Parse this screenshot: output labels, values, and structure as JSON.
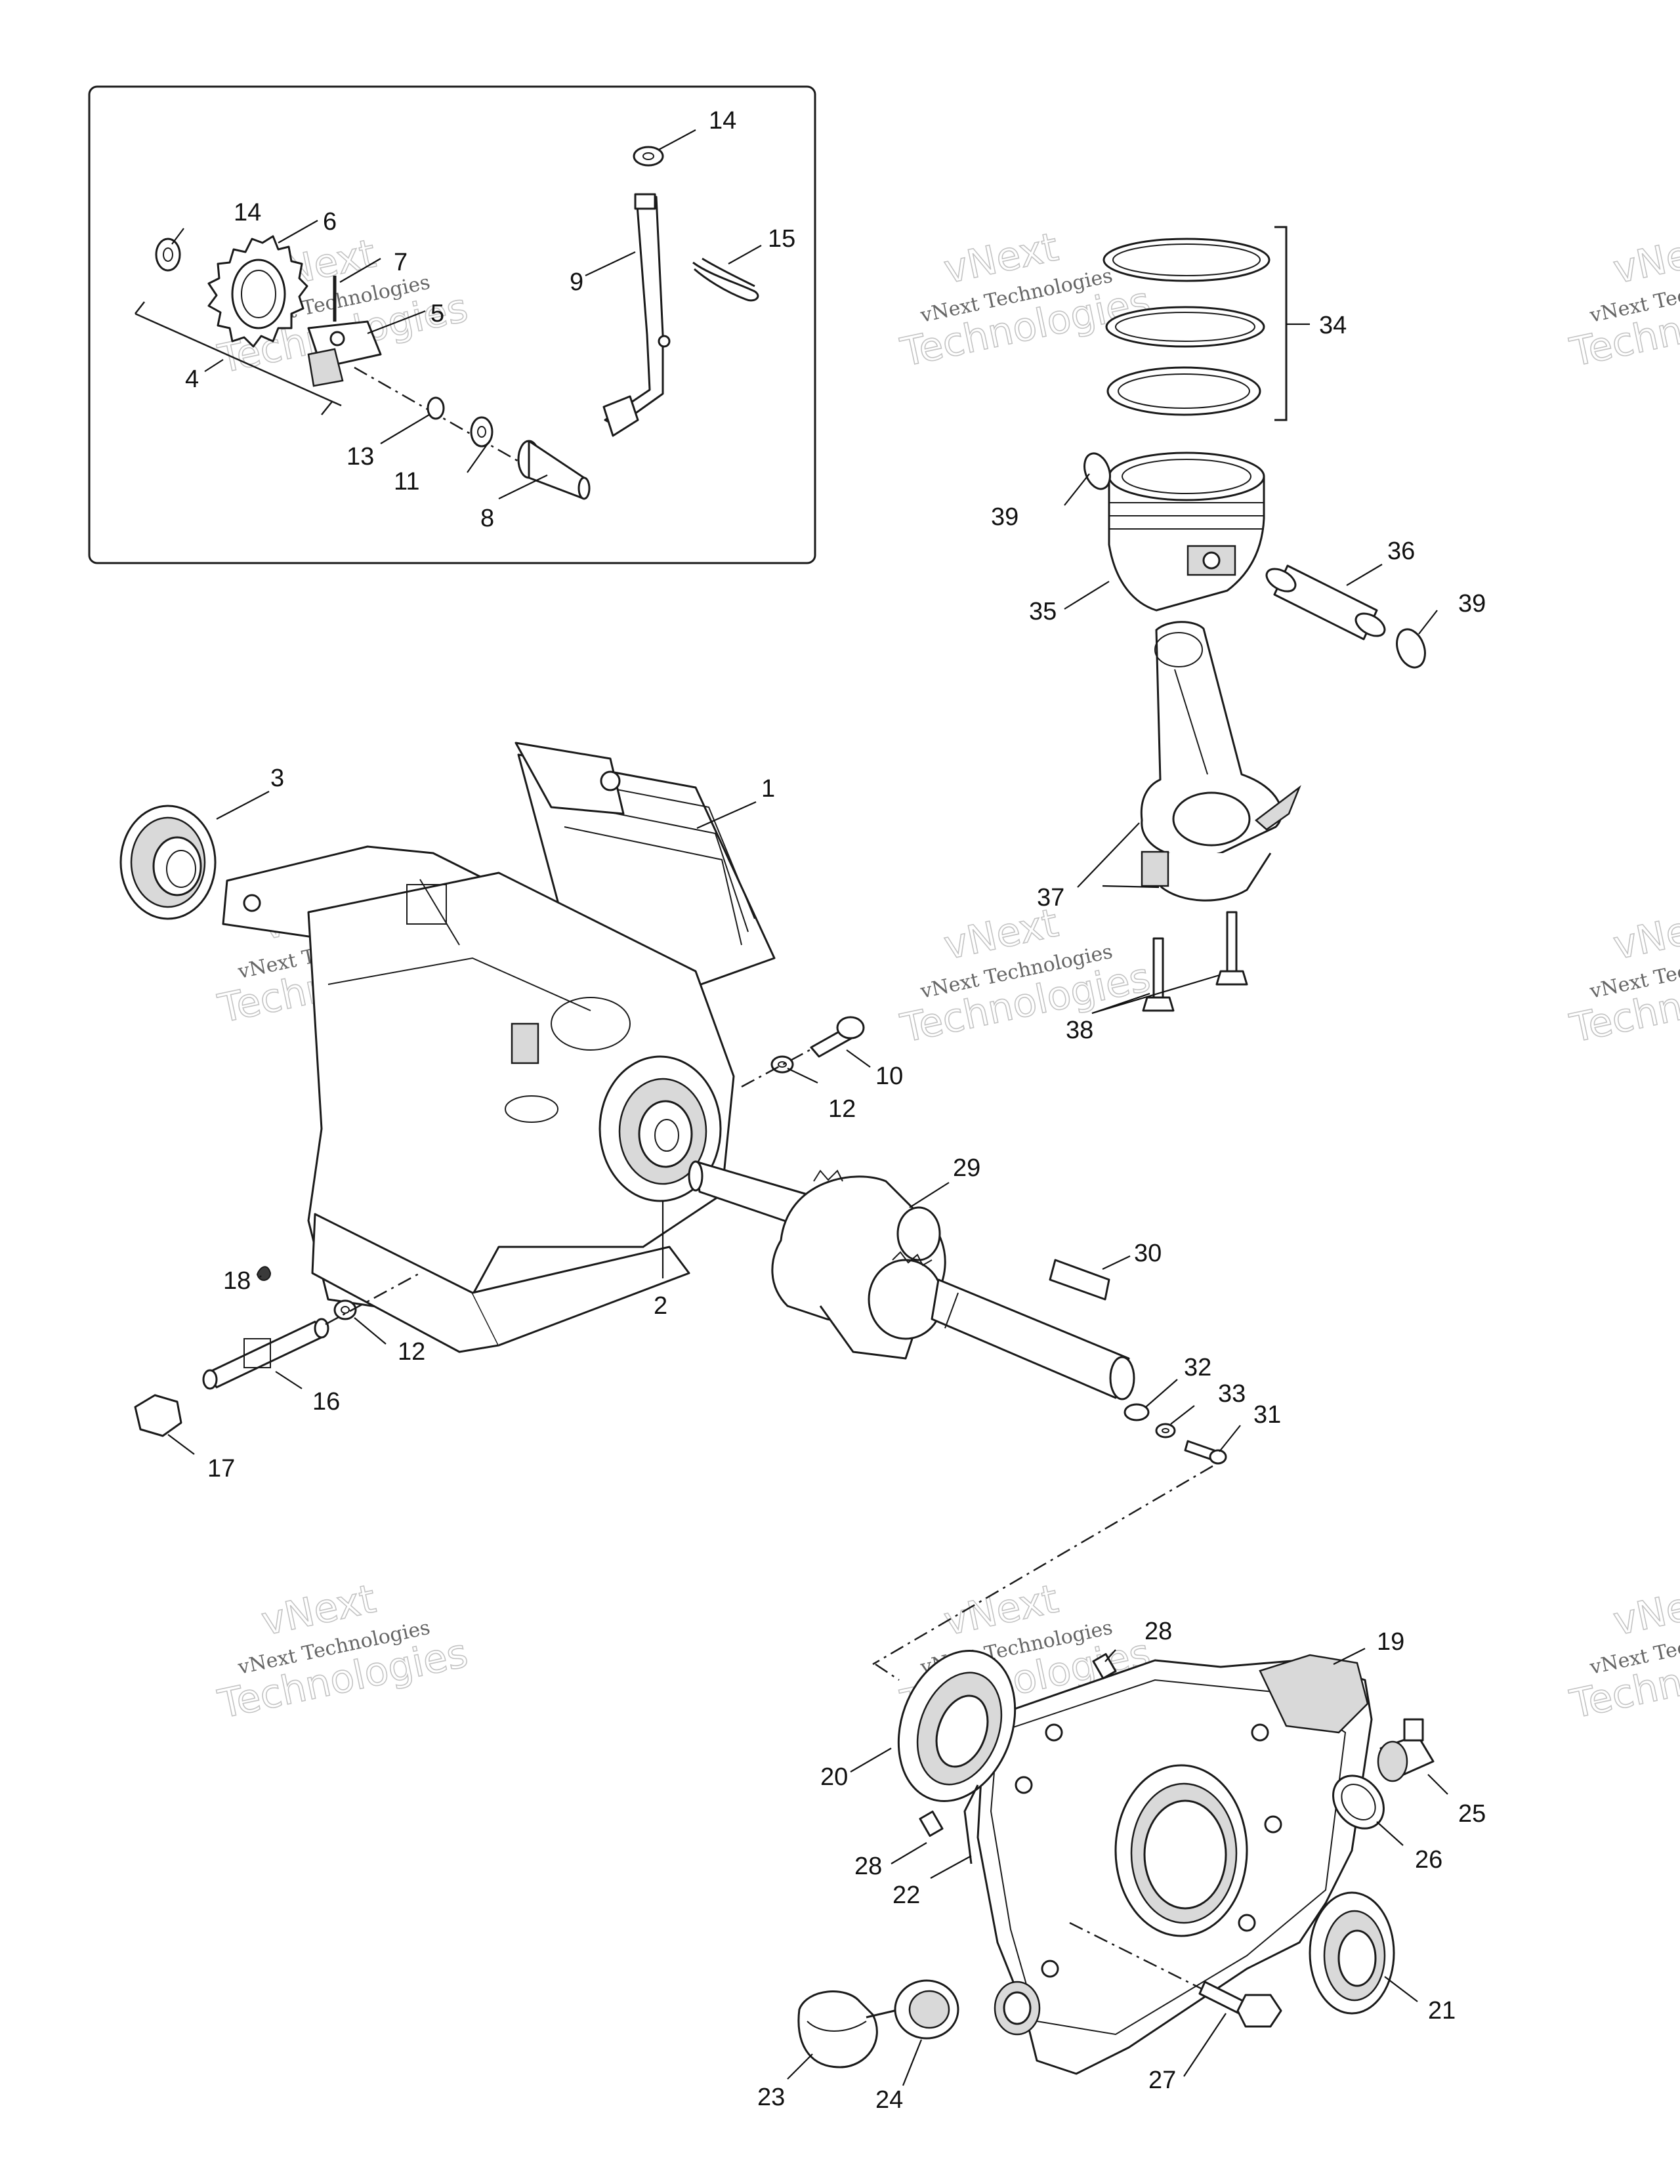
{
  "diagram": {
    "watermark": {
      "line1": "vNext",
      "line2": "vNext Technologies",
      "line3": "Technologies"
    },
    "callouts": [
      "1",
      "2",
      "3",
      "4",
      "5",
      "6",
      "7",
      "8",
      "9",
      "10",
      "11",
      "12",
      "12",
      "13",
      "14",
      "14",
      "15",
      "16",
      "17",
      "18",
      "19",
      "20",
      "21",
      "22",
      "23",
      "24",
      "25",
      "26",
      "27",
      "28",
      "28",
      "29",
      "30",
      "31",
      "32",
      "33",
      "34",
      "35",
      "36",
      "37",
      "38",
      "39",
      "39"
    ]
  },
  "colors": {
    "line": "#1a1a1a",
    "watermark": "#b5b5b5",
    "background": "#ffffff"
  }
}
